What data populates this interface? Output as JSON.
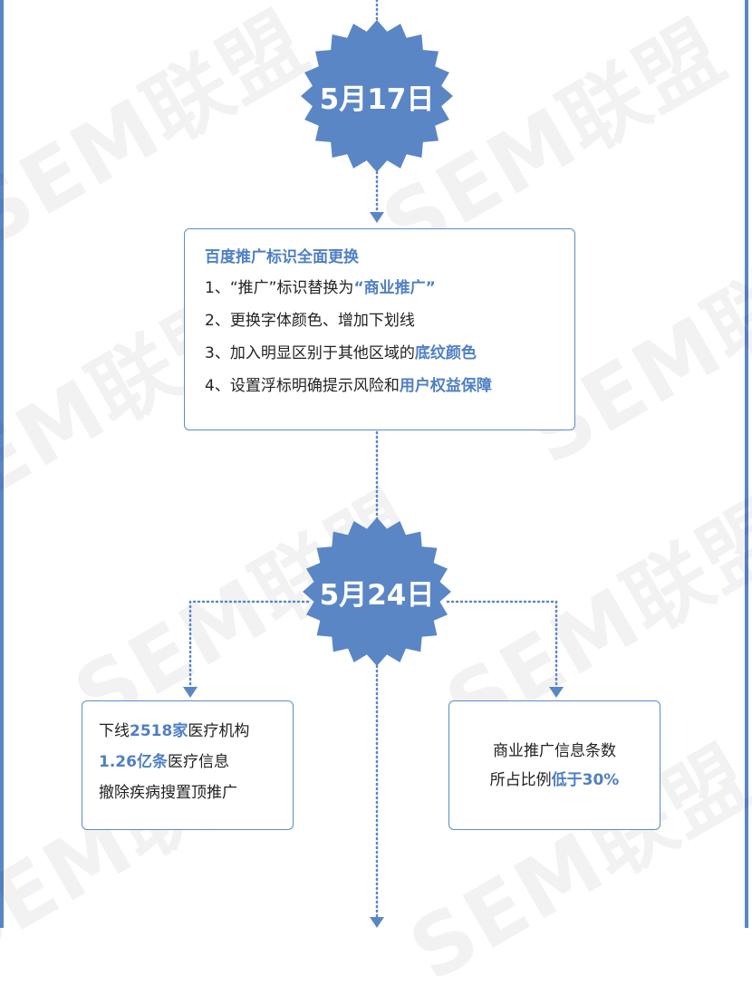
{
  "colors": {
    "accent": "#5a86c6",
    "highlight": "#4f7fc3",
    "text": "#222222"
  },
  "watermark": "SEM联盟",
  "milestones": [
    {
      "date": "5月17日"
    },
    {
      "date": "5月24日"
    }
  ],
  "card_baidu": {
    "title": "百度推广标识全面更换",
    "items": [
      {
        "prefix": "1、“推广”标识替换为",
        "highlight": "“商业推广”"
      },
      {
        "prefix": "2、更换字体颜色、增加下划线",
        "highlight": ""
      },
      {
        "prefix": "3、加入明显区别于其他区域的",
        "highlight": "底纹颜色"
      },
      {
        "prefix": "4、设置浮标明确提示风险和",
        "highlight": "用户权益保障"
      }
    ]
  },
  "card_medical": {
    "line1": {
      "before": "下线",
      "num": "2518家",
      "after": "医疗机构"
    },
    "line2": {
      "num": "1.26亿条",
      "after": "医疗信息"
    },
    "line3": "撤除疾病搜置顶推广"
  },
  "card_ratio": {
    "line1": "商业推广信息条数",
    "line2": {
      "before": "所占比例",
      "highlight": "低于30%"
    }
  }
}
